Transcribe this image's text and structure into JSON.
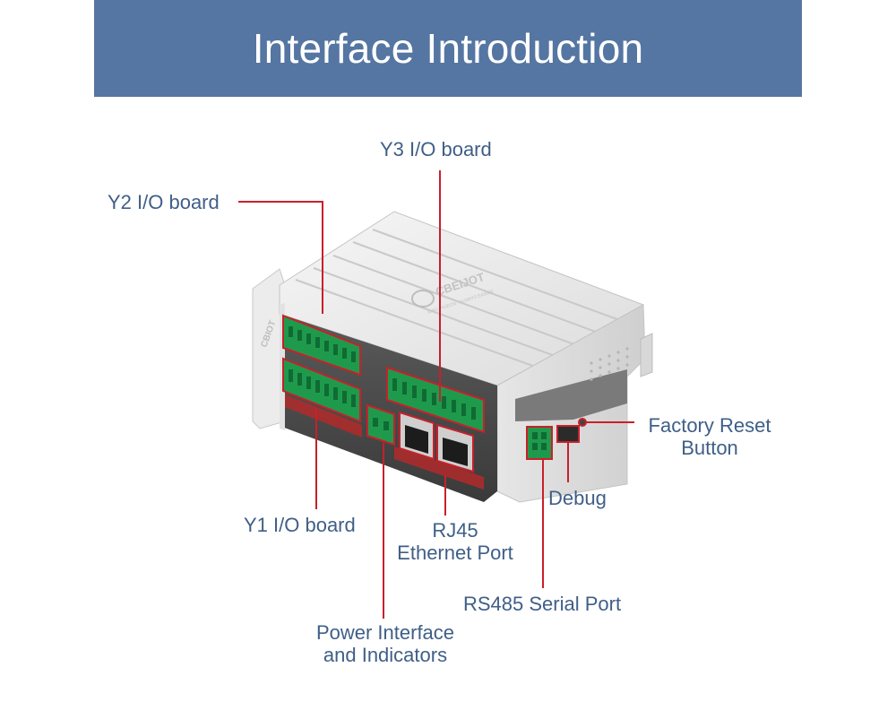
{
  "header": {
    "title": "Interface Introduction"
  },
  "device": {
    "brand_logo": "CBEIJOT",
    "brand_tagline": "KING PIGEON · ALWAYS EASIER",
    "side_logo": "CBIOT"
  },
  "labels": {
    "y3": "Y3 I/O board",
    "y2": "Y2 I/O board",
    "y1": "Y1 I/O board",
    "rj45_line1": "RJ45",
    "rj45_line2": "Ethernet Port",
    "power_line1": "Power Interface",
    "power_line2": "and Indicators",
    "rs485": "RS485 Serial Port",
    "debug": "Debug",
    "reset_line1": "Factory Reset",
    "reset_line2": "Button"
  },
  "colors": {
    "banner": "#5576a2",
    "label_text": "#3f5f87",
    "callout_line": "#c8202a",
    "terminal_green": "#1f9a4c"
  }
}
